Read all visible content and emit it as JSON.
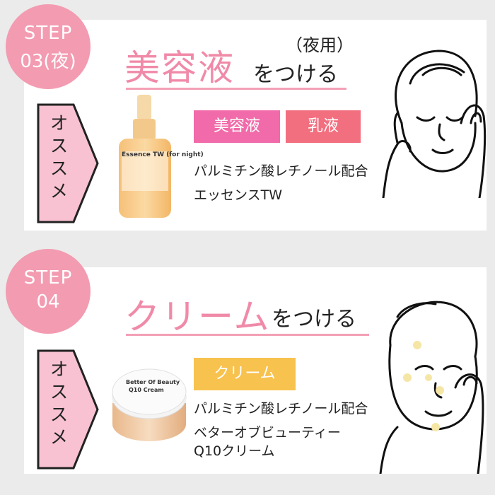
{
  "steps": [
    {
      "step_line1": "STEP",
      "step_line2": "03(夜)",
      "title_main": "美容液",
      "title_sub": "をつける",
      "title_note": "（夜用）",
      "badge": "オススメ",
      "tags": [
        {
          "label": "美容液",
          "color": "#f16aa9"
        },
        {
          "label": "乳液",
          "color": "#f26f7f"
        }
      ],
      "desc_line1": "パルミチン酸レチノール配合",
      "desc_line2": "エッセンスTW",
      "product_label": "Essence TW (for night)"
    },
    {
      "step_line1": "STEP",
      "step_line2": "04",
      "title_main": "クリーム",
      "title_sub": "をつける",
      "badge": "オススメ",
      "tags": [
        {
          "label": "クリーム",
          "color": "#f7c24e"
        }
      ],
      "desc_line1": "パルミチン酸レチノール配合",
      "desc_line2": "ベターオブビューティー",
      "desc_line3": "Q10クリーム",
      "product_label_1": "Better Of Beauty",
      "product_label_2": "Q10 Cream"
    }
  ],
  "colors": {
    "step_circle": "#f39bb1",
    "title_pink": "#f08aa8",
    "badge_pink": "#f8c2d2",
    "page_bg": "#ebebeb"
  }
}
